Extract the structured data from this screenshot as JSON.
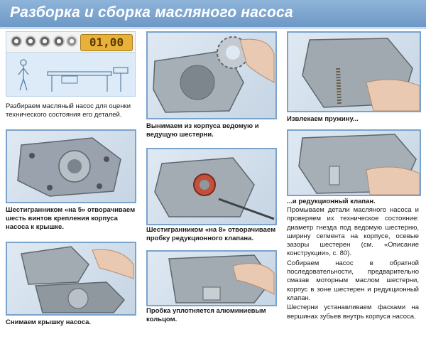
{
  "header": {
    "title": "Разборка и сборка масляного насоса"
  },
  "tools": {
    "counter": "01,00"
  },
  "captions": {
    "intro": "Разбираем масляный насос для оценки технического состояния его деталей.",
    "hex5": "Шестигранником «на 5» отворачиваем шесть винтов крепления корпуса насоса к крышке.",
    "remove_cover": "Снимаем крышку насоса.",
    "gears": "Вынимаем из корпуса ведомую и ведущую шестерни.",
    "hex8": "Шестигранником «на 8» отворачиваем пробку редукционного клапана.",
    "plug": "Пробка уплотняется алюминиевым кольцом.",
    "spring": "Извлекаем пружину...",
    "valve": "...и редукционный клапан."
  },
  "body_paragraphs": [
    "Промываем детали масляного насоса и проверяем их техническое состояние: диаметр гнезда под ведомую шестерню, ширину сегмента на корпусе, осевые зазоры шестерен (см. «Описание конструкции», с. 80).",
    "Собираем насос в обратной последовательности, предварительно смазав моторным маслом шестерни, корпус в зоне шестерен и редукционный клапан.",
    "Шестерни устанавливаем фасками на вершинах зубьев внутрь корпуса насоса."
  ],
  "colors": {
    "title_bar": "#7aa3cc",
    "counter": "#e8b23a",
    "photo_border": "#7aa3cc"
  }
}
